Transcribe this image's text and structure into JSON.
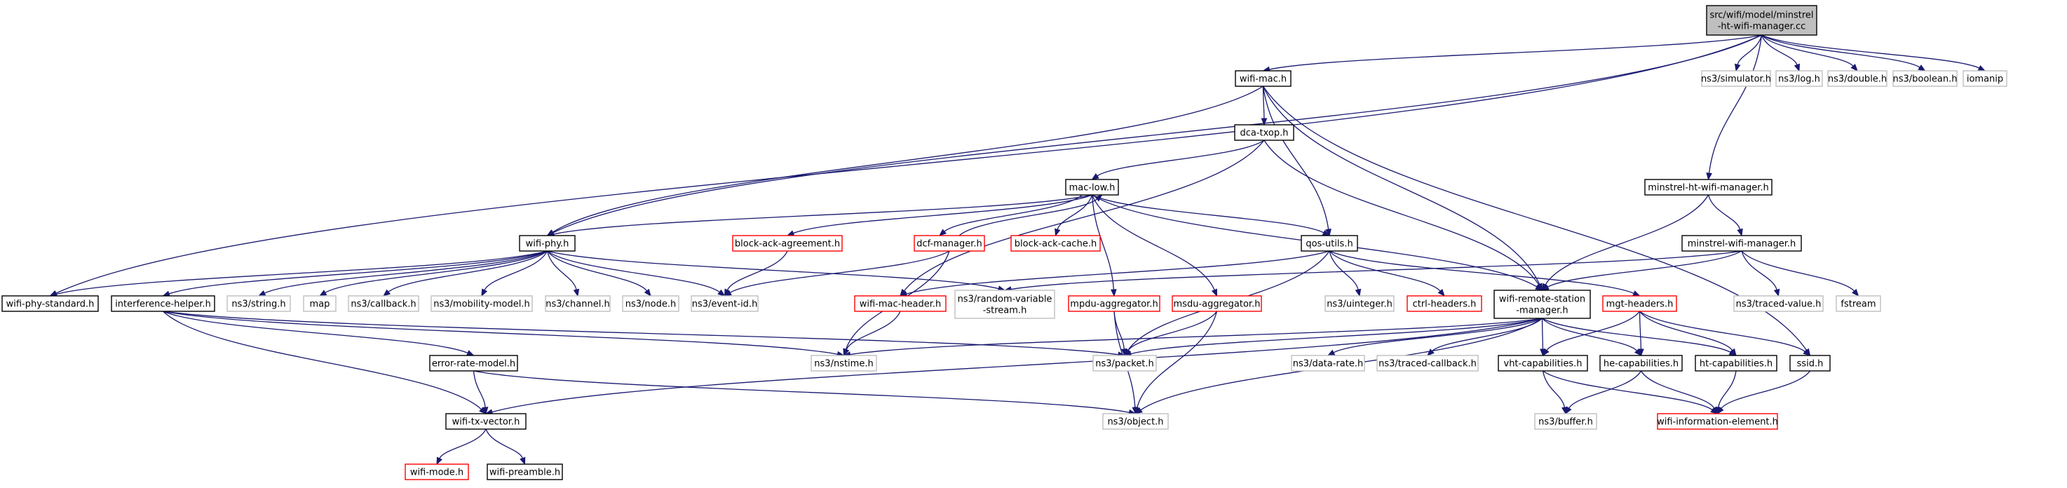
{
  "colors": {
    "edge": "#191970",
    "root_fill": "#bfbfbf",
    "border_documented": "#000000",
    "border_external": "#bfbfbf",
    "border_truncated": "#ff0000"
  },
  "nodes": [
    {
      "id": "root",
      "lines": [
        "src/wifi/model/minstrel",
        "-ht-wifi-manager.cc"
      ],
      "kind": "root"
    },
    {
      "id": "wifi-mac",
      "lines": [
        "wifi-mac.h"
      ],
      "kind": "documented"
    },
    {
      "id": "ns3-simulator",
      "lines": [
        "ns3/simulator.h"
      ],
      "kind": "external"
    },
    {
      "id": "ns3-log",
      "lines": [
        "ns3/log.h"
      ],
      "kind": "external"
    },
    {
      "id": "ns3-double",
      "lines": [
        "ns3/double.h"
      ],
      "kind": "external"
    },
    {
      "id": "ns3-boolean",
      "lines": [
        "ns3/boolean.h"
      ],
      "kind": "external"
    },
    {
      "id": "iomanip",
      "lines": [
        "iomanip"
      ],
      "kind": "external"
    },
    {
      "id": "dca-txop",
      "lines": [
        "dca-txop.h"
      ],
      "kind": "documented"
    },
    {
      "id": "minstrel-ht",
      "lines": [
        "minstrel-ht-wifi-manager.h"
      ],
      "kind": "documented"
    },
    {
      "id": "mac-low",
      "lines": [
        "mac-low.h"
      ],
      "kind": "documented"
    },
    {
      "id": "wifi-phy",
      "lines": [
        "wifi-phy.h"
      ],
      "kind": "documented"
    },
    {
      "id": "block-ack-agreement",
      "lines": [
        "block-ack-agreement.h"
      ],
      "kind": "truncated"
    },
    {
      "id": "dcf-manager",
      "lines": [
        "dcf-manager.h"
      ],
      "kind": "truncated"
    },
    {
      "id": "block-ack-cache",
      "lines": [
        "block-ack-cache.h"
      ],
      "kind": "truncated"
    },
    {
      "id": "qos-utils",
      "lines": [
        "qos-utils.h"
      ],
      "kind": "documented"
    },
    {
      "id": "minstrel-wifi",
      "lines": [
        "minstrel-wifi-manager.h"
      ],
      "kind": "documented"
    },
    {
      "id": "wifi-phy-standard",
      "lines": [
        "wifi-phy-standard.h"
      ],
      "kind": "documented"
    },
    {
      "id": "interference-helper",
      "lines": [
        "interference-helper.h"
      ],
      "kind": "documented"
    },
    {
      "id": "ns3-string",
      "lines": [
        "ns3/string.h"
      ],
      "kind": "external"
    },
    {
      "id": "map",
      "lines": [
        "map"
      ],
      "kind": "external"
    },
    {
      "id": "ns3-callback",
      "lines": [
        "ns3/callback.h"
      ],
      "kind": "external"
    },
    {
      "id": "ns3-mobility-model",
      "lines": [
        "ns3/mobility-model.h"
      ],
      "kind": "external"
    },
    {
      "id": "ns3-channel",
      "lines": [
        "ns3/channel.h"
      ],
      "kind": "external"
    },
    {
      "id": "ns3-node",
      "lines": [
        "ns3/node.h"
      ],
      "kind": "external"
    },
    {
      "id": "ns3-event-id",
      "lines": [
        "ns3/event-id.h"
      ],
      "kind": "external"
    },
    {
      "id": "ns3-random-variable-stream",
      "lines": [
        "ns3/random-variable",
        "-stream.h"
      ],
      "kind": "external"
    },
    {
      "id": "wifi-mac-header",
      "lines": [
        "wifi-mac-header.h"
      ],
      "kind": "truncated"
    },
    {
      "id": "mpdu-aggregator",
      "lines": [
        "mpdu-aggregator.h"
      ],
      "kind": "truncated"
    },
    {
      "id": "msdu-aggregator",
      "lines": [
        "msdu-aggregator.h"
      ],
      "kind": "truncated"
    },
    {
      "id": "ns3-uinteger",
      "lines": [
        "ns3/uinteger.h"
      ],
      "kind": "external"
    },
    {
      "id": "ctrl-headers",
      "lines": [
        "ctrl-headers.h"
      ],
      "kind": "truncated"
    },
    {
      "id": "wifi-remote-station-manager",
      "lines": [
        "wifi-remote-station",
        "-manager.h"
      ],
      "kind": "documented"
    },
    {
      "id": "mgt-headers",
      "lines": [
        "mgt-headers.h"
      ],
      "kind": "truncated"
    },
    {
      "id": "ns3-traced-value",
      "lines": [
        "ns3/traced-value.h"
      ],
      "kind": "external"
    },
    {
      "id": "fstream",
      "lines": [
        "fstream"
      ],
      "kind": "external"
    },
    {
      "id": "error-rate-model",
      "lines": [
        "error-rate-model.h"
      ],
      "kind": "documented"
    },
    {
      "id": "ns3-nstime",
      "lines": [
        "ns3/nstime.h"
      ],
      "kind": "external"
    },
    {
      "id": "ns3-packet",
      "lines": [
        "ns3/packet.h"
      ],
      "kind": "external"
    },
    {
      "id": "ns3-data-rate",
      "lines": [
        "ns3/data-rate.h"
      ],
      "kind": "external"
    },
    {
      "id": "ns3-traced-callback",
      "lines": [
        "ns3/traced-callback.h"
      ],
      "kind": "external"
    },
    {
      "id": "vht-capabilities",
      "lines": [
        "vht-capabilities.h"
      ],
      "kind": "documented"
    },
    {
      "id": "he-capabilities",
      "lines": [
        "he-capabilities.h"
      ],
      "kind": "documented"
    },
    {
      "id": "ht-capabilities",
      "lines": [
        "ht-capabilities.h"
      ],
      "kind": "documented"
    },
    {
      "id": "ssid",
      "lines": [
        "ssid.h"
      ],
      "kind": "documented"
    },
    {
      "id": "wifi-tx-vector",
      "lines": [
        "wifi-tx-vector.h"
      ],
      "kind": "documented"
    },
    {
      "id": "ns3-object",
      "lines": [
        "ns3/object.h"
      ],
      "kind": "external"
    },
    {
      "id": "ns3-buffer",
      "lines": [
        "ns3/buffer.h"
      ],
      "kind": "external"
    },
    {
      "id": "wifi-information-element",
      "lines": [
        "wifi-information-element.h"
      ],
      "kind": "truncated"
    },
    {
      "id": "wifi-mode",
      "lines": [
        "wifi-mode.h"
      ],
      "kind": "truncated"
    },
    {
      "id": "wifi-preamble",
      "lines": [
        "wifi-preamble.h"
      ],
      "kind": "documented"
    }
  ],
  "edges": [
    [
      "root",
      "wifi-mac"
    ],
    [
      "root",
      "ns3-simulator"
    ],
    [
      "root",
      "ns3-log"
    ],
    [
      "root",
      "ns3-double"
    ],
    [
      "root",
      "ns3-boolean"
    ],
    [
      "root",
      "iomanip"
    ],
    [
      "root",
      "minstrel-ht"
    ],
    [
      "root",
      "wifi-phy"
    ],
    [
      "root",
      "wifi-phy-standard"
    ],
    [
      "wifi-mac",
      "dca-txop"
    ],
    [
      "wifi-mac",
      "wifi-phy"
    ],
    [
      "wifi-mac",
      "qos-utils"
    ],
    [
      "wifi-mac",
      "wifi-remote-station-manager"
    ],
    [
      "wifi-mac",
      "ssid"
    ],
    [
      "dca-txop",
      "mac-low"
    ],
    [
      "dca-txop",
      "wifi-mac-header"
    ],
    [
      "dca-txop",
      "wifi-remote-station-manager"
    ],
    [
      "mac-low",
      "wifi-phy"
    ],
    [
      "mac-low",
      "block-ack-agreement"
    ],
    [
      "mac-low",
      "dcf-manager"
    ],
    [
      "mac-low",
      "block-ack-cache"
    ],
    [
      "mac-low",
      "qos-utils"
    ],
    [
      "mac-low",
      "mpdu-aggregator"
    ],
    [
      "mac-low",
      "msdu-aggregator"
    ],
    [
      "mac-low",
      "wifi-remote-station-manager"
    ],
    [
      "dcf-manager",
      "mac-low"
    ],
    [
      "dcf-manager",
      "ns3-event-id"
    ],
    [
      "dcf-manager",
      "ns3-nstime"
    ],
    [
      "block-ack-agreement",
      "ns3-event-id"
    ],
    [
      "wifi-phy",
      "wifi-phy-standard"
    ],
    [
      "wifi-phy",
      "interference-helper"
    ],
    [
      "wifi-phy",
      "ns3-string"
    ],
    [
      "wifi-phy",
      "map"
    ],
    [
      "wifi-phy",
      "ns3-callback"
    ],
    [
      "wifi-phy",
      "ns3-mobility-model"
    ],
    [
      "wifi-phy",
      "ns3-channel"
    ],
    [
      "wifi-phy",
      "ns3-node"
    ],
    [
      "wifi-phy",
      "ns3-event-id"
    ],
    [
      "wifi-phy",
      "ns3-random-variable-stream"
    ],
    [
      "interference-helper",
      "error-rate-model"
    ],
    [
      "interference-helper",
      "wifi-tx-vector"
    ],
    [
      "interference-helper",
      "ns3-nstime"
    ],
    [
      "interference-helper",
      "ns3-packet"
    ],
    [
      "error-rate-model",
      "wifi-tx-vector"
    ],
    [
      "error-rate-model",
      "ns3-object"
    ],
    [
      "wifi-tx-vector",
      "wifi-mode"
    ],
    [
      "wifi-tx-vector",
      "wifi-preamble"
    ],
    [
      "qos-utils",
      "wifi-mac-header"
    ],
    [
      "qos-utils",
      "ns3-uinteger"
    ],
    [
      "qos-utils",
      "ctrl-headers"
    ],
    [
      "qos-utils",
      "ns3-packet"
    ],
    [
      "qos-utils",
      "mgt-headers"
    ],
    [
      "wifi-mac-header",
      "ns3-nstime"
    ],
    [
      "mpdu-aggregator",
      "ns3-packet"
    ],
    [
      "mpdu-aggregator",
      "ns3-object"
    ],
    [
      "msdu-aggregator",
      "ns3-packet"
    ],
    [
      "msdu-aggregator",
      "ns3-object"
    ],
    [
      "minstrel-ht",
      "minstrel-wifi"
    ],
    [
      "minstrel-ht",
      "wifi-remote-station-manager"
    ],
    [
      "minstrel-wifi",
      "wifi-remote-station-manager"
    ],
    [
      "minstrel-wifi",
      "ns3-random-variable-stream"
    ],
    [
      "minstrel-wifi",
      "ns3-traced-value"
    ],
    [
      "minstrel-wifi",
      "fstream"
    ],
    [
      "wifi-remote-station-manager",
      "ns3-nstime"
    ],
    [
      "wifi-remote-station-manager",
      "ns3-packet"
    ],
    [
      "wifi-remote-station-manager",
      "ns3-object"
    ],
    [
      "wifi-remote-station-manager",
      "ns3-data-rate"
    ],
    [
      "wifi-remote-station-manager",
      "ns3-traced-callback"
    ],
    [
      "wifi-remote-station-manager",
      "wifi-tx-vector"
    ],
    [
      "wifi-remote-station-manager",
      "vht-capabilities"
    ],
    [
      "wifi-remote-station-manager",
      "he-capabilities"
    ],
    [
      "wifi-remote-station-manager",
      "ht-capabilities"
    ],
    [
      "mgt-headers",
      "vht-capabilities"
    ],
    [
      "mgt-headers",
      "he-capabilities"
    ],
    [
      "mgt-headers",
      "ht-capabilities"
    ],
    [
      "mgt-headers",
      "ssid"
    ],
    [
      "vht-capabilities",
      "ns3-buffer"
    ],
    [
      "vht-capabilities",
      "wifi-information-element"
    ],
    [
      "he-capabilities",
      "ns3-buffer"
    ],
    [
      "he-capabilities",
      "wifi-information-element"
    ],
    [
      "ht-capabilities",
      "wifi-information-element"
    ],
    [
      "ssid",
      "wifi-information-element"
    ]
  ]
}
